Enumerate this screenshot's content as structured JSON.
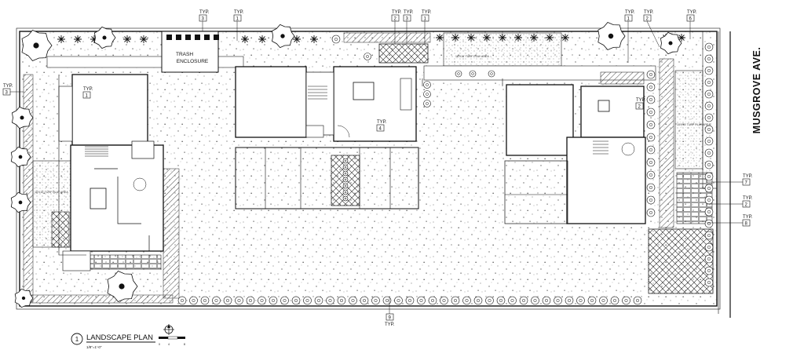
{
  "drawing": {
    "title_number": "1",
    "title": "LANDSCAPE PLAN",
    "scale": "1/8\"=1'-0\"",
    "north_arrow_icon": "north-arrow-icon",
    "scale_bar_ticks": [
      "0",
      "4",
      "8"
    ]
  },
  "street": {
    "name": "MUSGROVE AVE."
  },
  "labels": {
    "trash_line1": "TRASH",
    "trash_line2": "ENCLOSURE",
    "area_note": "10'X10' TURF PLAY AREA"
  },
  "typ_text": "TYP.",
  "callouts": [
    {
      "num": "3"
    },
    {
      "num": "1"
    },
    {
      "num": "2"
    },
    {
      "num": "3"
    },
    {
      "num": "1"
    },
    {
      "num": "1"
    },
    {
      "num": "2"
    },
    {
      "num": "6"
    },
    {
      "num": "3"
    },
    {
      "num": "1"
    },
    {
      "num": "4"
    },
    {
      "num": "2"
    },
    {
      "num": "7"
    },
    {
      "num": "2"
    },
    {
      "num": "8"
    },
    {
      "num": "9"
    }
  ],
  "colors": {
    "ink": "#111111",
    "paper": "#ffffff"
  }
}
